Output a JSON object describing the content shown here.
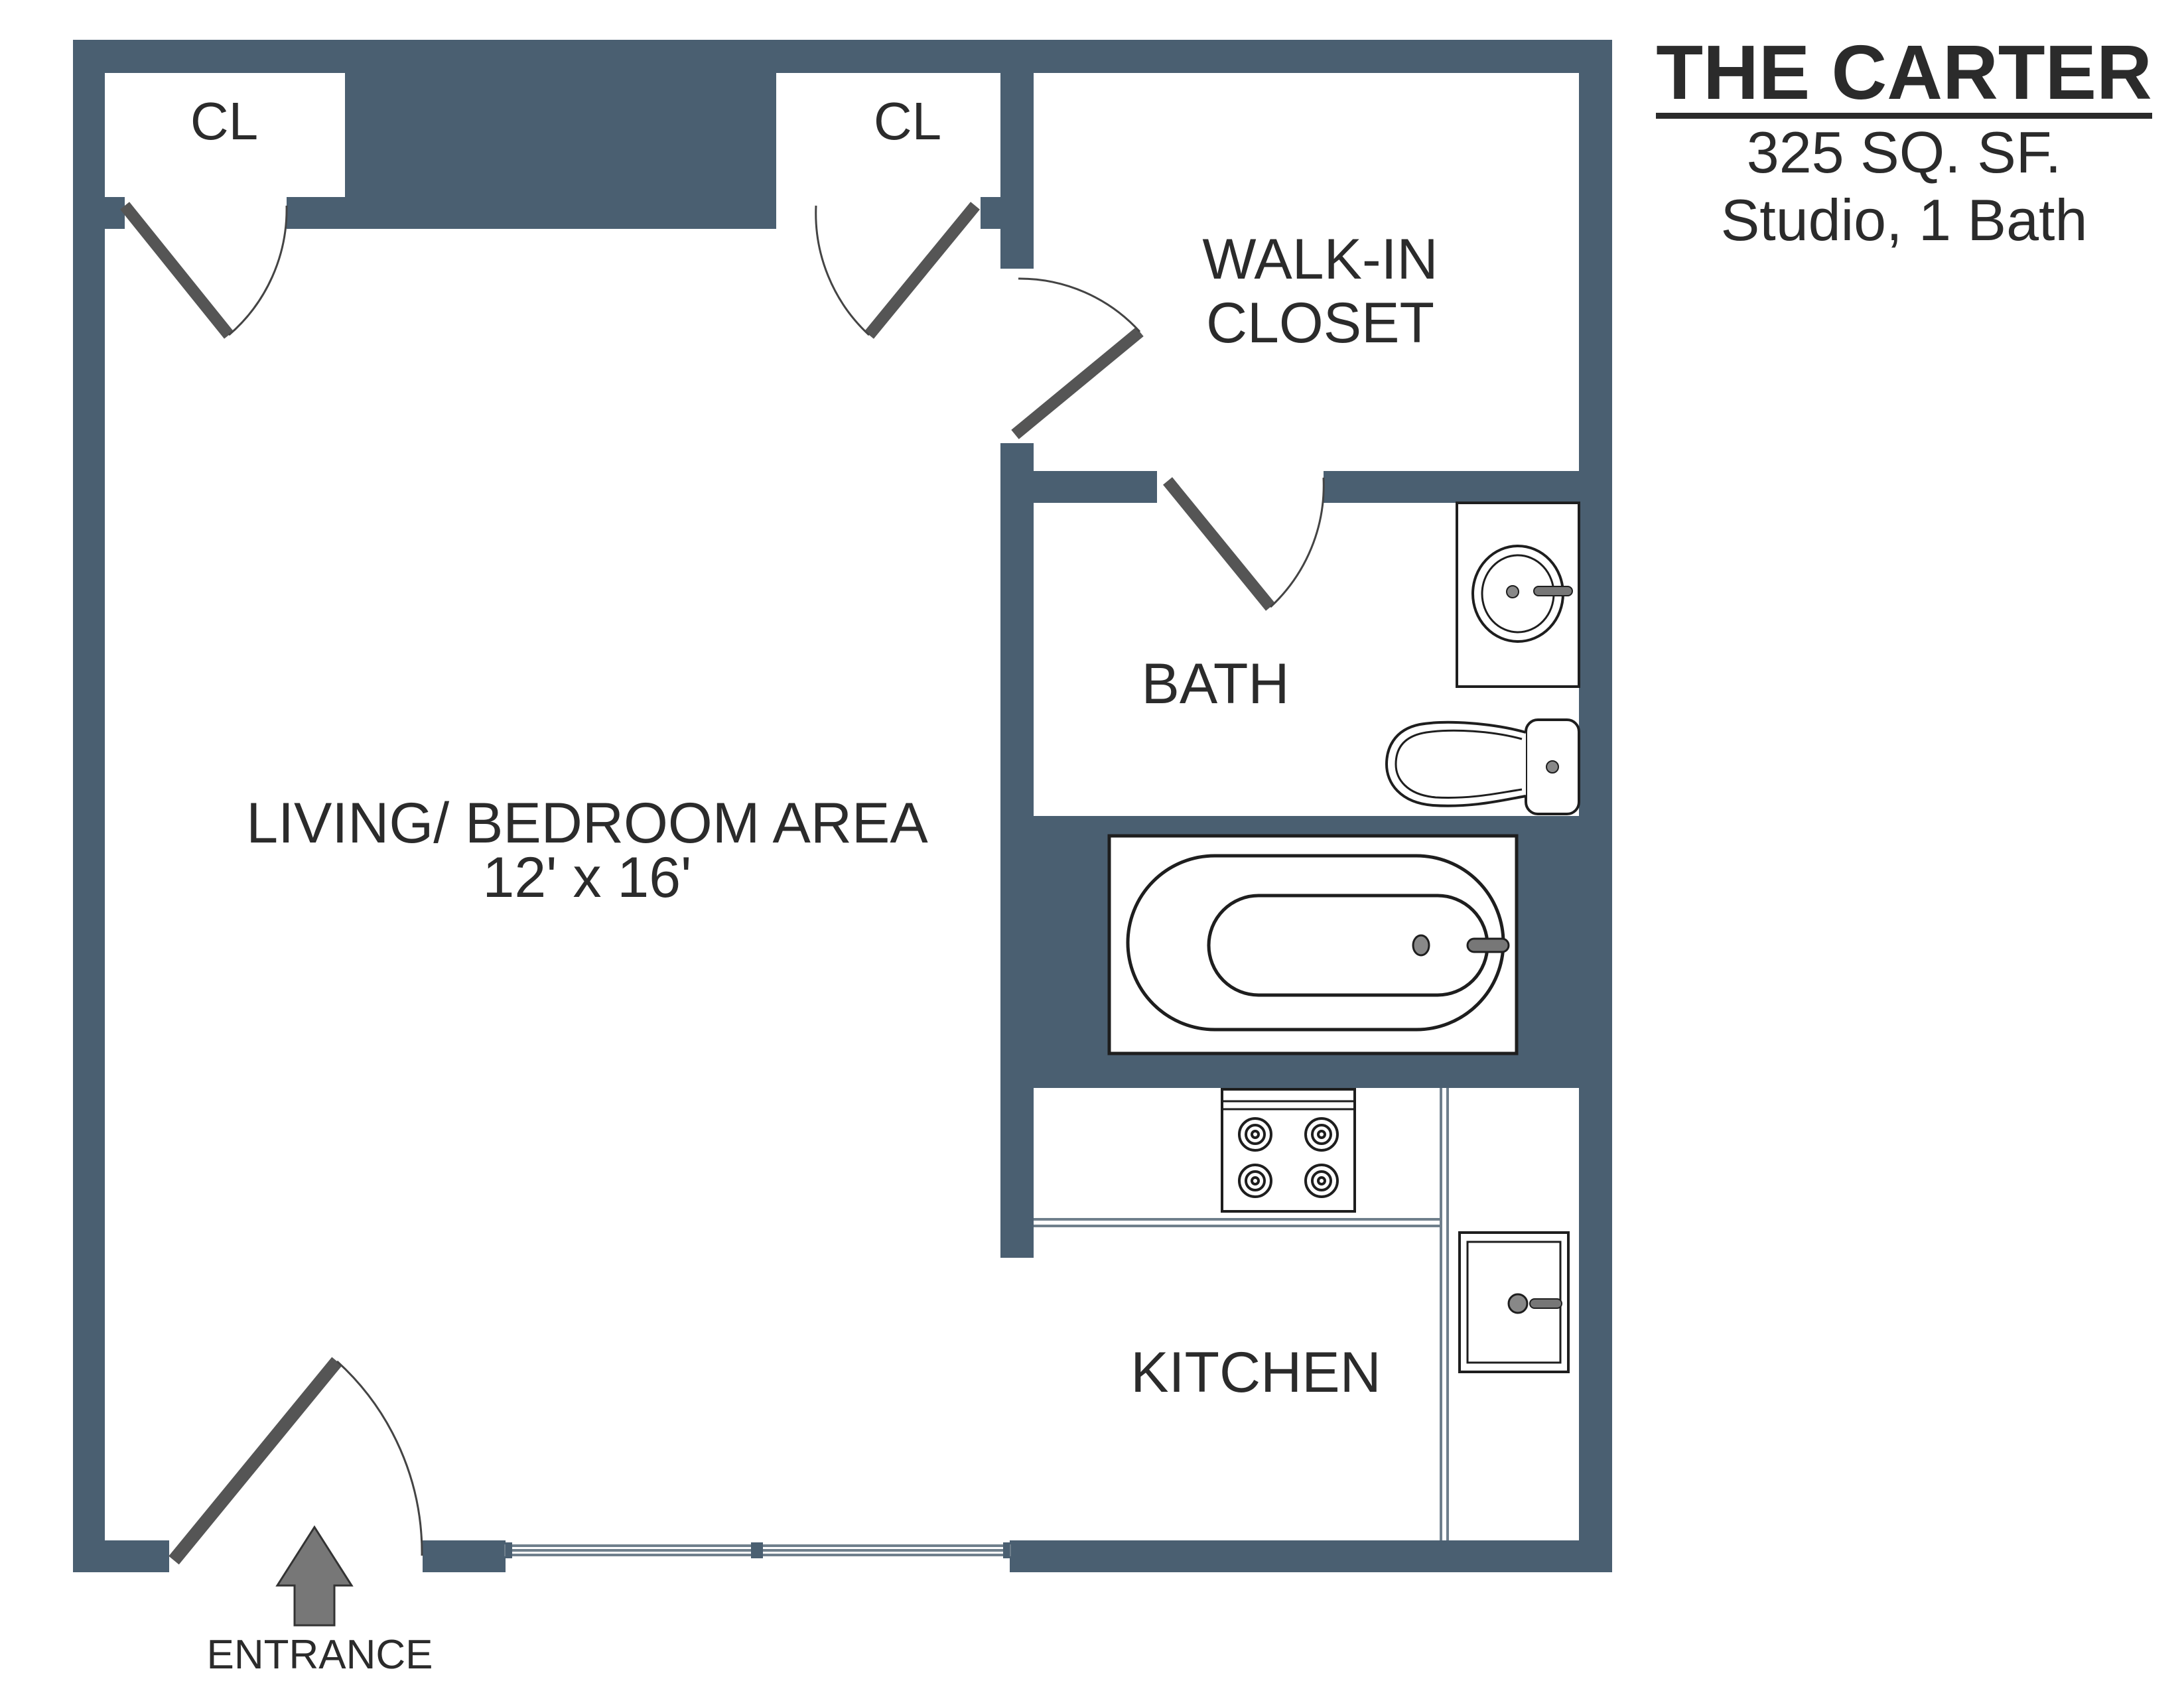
{
  "header": {
    "title": "THE CARTER",
    "area": "325 SQ. SF.",
    "unit_type": "Studio, 1 Bath"
  },
  "rooms": {
    "closet_left": "CL",
    "closet_right": "CL",
    "walk_in_line1": "WALK-IN",
    "walk_in_line2": "CLOSET",
    "bath": "BATH",
    "living_name": "LIVING/ BEDROOM AREA",
    "living_size": "12' x 16'",
    "kitchen": "KITCHEN",
    "entrance": "ENTRANCE"
  },
  "colors": {
    "wall": "#4a5f71",
    "text": "#2b2b2b",
    "fixture_stroke": "#1e1e1e",
    "arrow": "#777777"
  }
}
